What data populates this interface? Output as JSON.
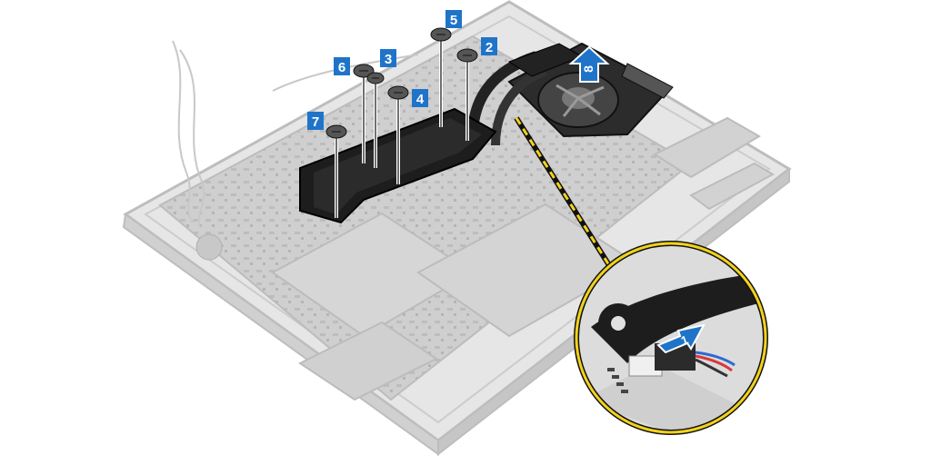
{
  "screw_labels": [
    "2",
    "3",
    "4",
    "5",
    "6",
    "7"
  ],
  "fan_step_label": "8",
  "connector_step_label": "1",
  "colors": {
    "callout_blue": "#1f74c9",
    "heatsink": "#1d1d1d",
    "chassis": "#d9d9d9",
    "leader_yellow": "#f2d21b"
  }
}
